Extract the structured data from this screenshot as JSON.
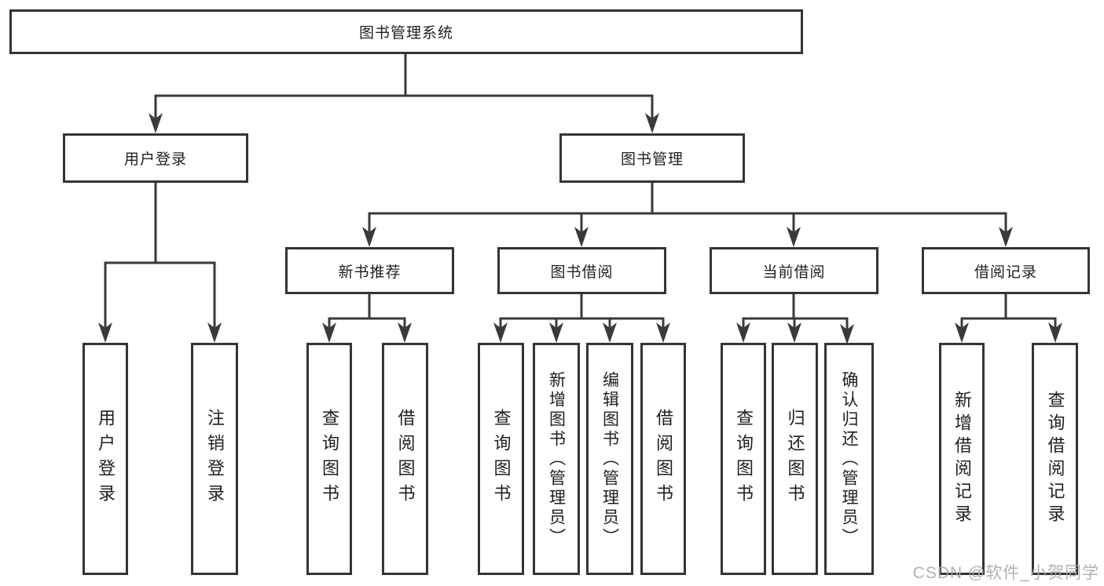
{
  "colors": {
    "background": "#ffffff",
    "line": "#3a3a3a",
    "box_border": "#343434",
    "box_fill": "#ffffff",
    "text": "#1f1f1f",
    "watermark": "#aaaaaa"
  },
  "watermark": {
    "text": "CSDN @软件_小贺同学"
  },
  "diagram": {
    "type": "tree",
    "root": {
      "label": "图书管理系统"
    },
    "branches": [
      {
        "label": "用户登录",
        "children": [
          {
            "label": "用户登录"
          },
          {
            "label": "注销登录"
          }
        ]
      },
      {
        "label": "图书管理",
        "children": [
          {
            "label": "新书推荐",
            "children": [
              {
                "label": "查询图书"
              },
              {
                "label": "借阅图书"
              }
            ]
          },
          {
            "label": "图书借阅",
            "children": [
              {
                "label": "查询图书"
              },
              {
                "label": "新增图书（管理员）"
              },
              {
                "label": "编辑图书（管理员）"
              },
              {
                "label": "借阅图书"
              }
            ]
          },
          {
            "label": "当前借阅",
            "children": [
              {
                "label": "查询图书"
              },
              {
                "label": "归还图书"
              },
              {
                "label": "确认归还（管理员）"
              }
            ]
          },
          {
            "label": "借阅记录",
            "children": [
              {
                "label": "新增借阅记录"
              },
              {
                "label": "查询借阅记录"
              }
            ]
          }
        ]
      }
    ]
  }
}
